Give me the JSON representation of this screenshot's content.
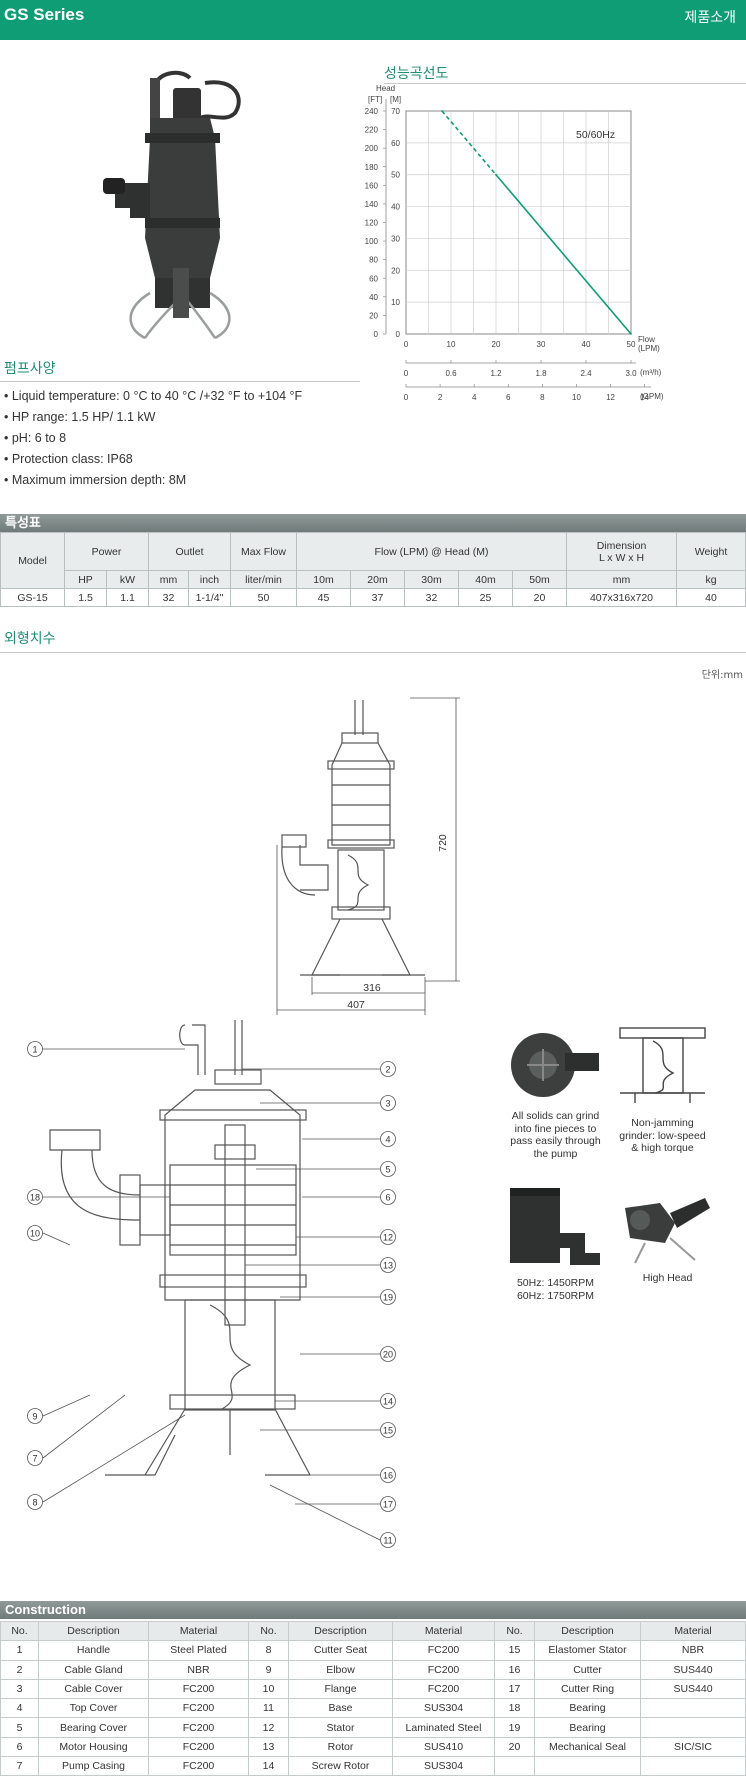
{
  "header": {
    "title": "GS Series",
    "right": "제품소개"
  },
  "chart_section": {
    "title": "성능곡선도"
  },
  "chart_data": {
    "type": "line",
    "legend_label": "50/60Hz",
    "y_axis_title": "Head",
    "y_ft_unit": "[FT]",
    "y_m_unit": "[M]",
    "y_ft_ticks": [
      "240",
      "220",
      "200",
      "180",
      "160",
      "140",
      "120",
      "100",
      "80",
      "60",
      "40",
      "20",
      "0"
    ],
    "y_m_ticks": [
      "70",
      "60",
      "50",
      "40",
      "30",
      "20",
      "10",
      "0"
    ],
    "x_lpm_ticks": [
      "0",
      "10",
      "20",
      "30",
      "40",
      "50"
    ],
    "x_m3h_ticks": [
      "0",
      "0.6",
      "1.2",
      "1.8",
      "2.4",
      "3.0"
    ],
    "x_gpm_ticks": [
      "0",
      "2",
      "4",
      "6",
      "8",
      "10",
      "12",
      "14"
    ],
    "x_lpm_label_1": "Flow",
    "x_lpm_label_2": "(LPM)",
    "x_m3h_label": "(m³/h)",
    "x_gpm_label": "(GPM)",
    "xlim": [
      0,
      50
    ],
    "ylim": [
      0,
      70
    ],
    "series": [
      {
        "style": "dashed",
        "x": [
          8,
          20
        ],
        "y": [
          70,
          50
        ]
      },
      {
        "style": "solid",
        "x": [
          20,
          50
        ],
        "y": [
          50,
          0
        ]
      }
    ]
  },
  "pump_spec": {
    "title": "펌프사양",
    "items": [
      "• Liquid temperature: 0 °C to 40 °C /+32 °F to +104 °F",
      "• HP range: 1.5 HP/ 1.1 kW",
      "• pH: 6 to 8",
      "• Protection class: IP68",
      "• Maximum immersion depth: 8M"
    ]
  },
  "spec_table": {
    "title": "특성표",
    "headers": {
      "model": "Model",
      "power": "Power",
      "outlet": "Outlet",
      "max_flow": "Max Flow",
      "flow_head": "Flow (LPM) @ Head (M)",
      "dimension_1": "Dimension",
      "dimension_2": "L x W x H",
      "weight": "Weight"
    },
    "subheaders": [
      "HP",
      "kW",
      "mm",
      "inch",
      "liter/min",
      "10m",
      "20m",
      "30m",
      "40m",
      "50m",
      "mm",
      "kg"
    ],
    "row": [
      "GS-15",
      "1.5",
      "1.1",
      "32",
      "1-1/4\"",
      "50",
      "45",
      "37",
      "32",
      "25",
      "20",
      "407x316x720",
      "40"
    ]
  },
  "dimension_section": {
    "title": "외형치수",
    "unit": "단위:mm",
    "height_label": "720",
    "width_label": "316",
    "length_label": "407"
  },
  "part_callouts": [
    "1",
    "2",
    "3",
    "4",
    "5",
    "6",
    "18",
    "10",
    "12",
    "13",
    "19",
    "20",
    "9",
    "14",
    "7",
    "15",
    "8",
    "16",
    "17",
    "11"
  ],
  "features": [
    {
      "text_lines": [
        "All solids can grind",
        "into fine pieces to",
        "pass easily through",
        "the pump"
      ]
    },
    {
      "text_lines": [
        "Non-jamming",
        "grinder: low-speed",
        "& high torque"
      ]
    },
    {
      "text_lines": [
        "50Hz: 1450RPM",
        "60Hz: 1750RPM"
      ]
    },
    {
      "text_lines": [
        "High Head"
      ]
    }
  ],
  "construction": {
    "title": "Construction",
    "headers": [
      "No.",
      "Description",
      "Material",
      "No.",
      "Description",
      "Material",
      "No.",
      "Description",
      "Material"
    ],
    "rows": [
      [
        "1",
        "Handle",
        "Steel Plated",
        "8",
        "Cutter Seat",
        "FC200",
        "15",
        "Elastomer Stator",
        "NBR"
      ],
      [
        "2",
        "Cable Gland",
        "NBR",
        "9",
        "Elbow",
        "FC200",
        "16",
        "Cutter",
        "SUS440"
      ],
      [
        "3",
        "Cable Cover",
        "FC200",
        "10",
        "Flange",
        "FC200",
        "17",
        "Cutter Ring",
        "SUS440"
      ],
      [
        "4",
        "Top Cover",
        "FC200",
        "11",
        "Base",
        "SUS304",
        "18",
        "Bearing",
        ""
      ],
      [
        "5",
        "Bearing Cover",
        "FC200",
        "12",
        "Stator",
        "Laminated Steel",
        "19",
        "Bearing",
        ""
      ],
      [
        "6",
        "Motor Housing",
        "FC200",
        "13",
        "Rotor",
        "SUS410",
        "20",
        "Mechanical Seal",
        "SIC/SIC"
      ],
      [
        "7",
        "Pump Casing",
        "FC200",
        "14",
        "Screw Rotor",
        "SUS304",
        "",
        "",
        ""
      ]
    ]
  }
}
